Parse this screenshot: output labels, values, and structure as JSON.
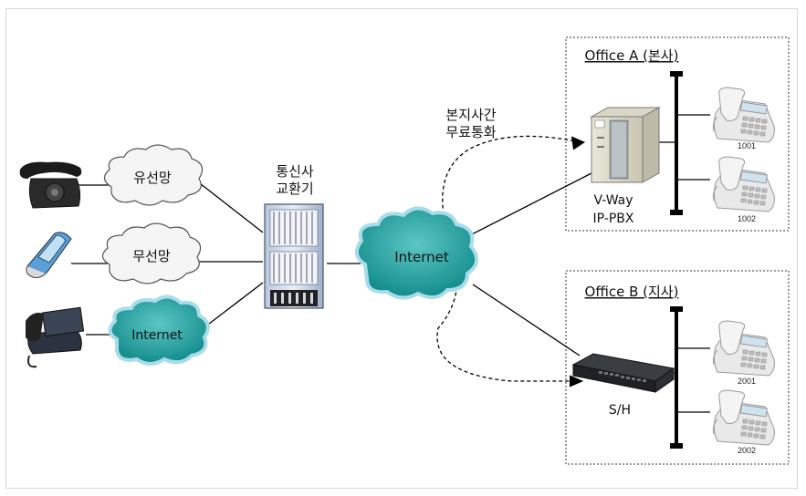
{
  "clouds": {
    "wired": "유선망",
    "wireless": "무선망",
    "internet_left": "Internet",
    "internet_center": "Internet"
  },
  "exchange": {
    "line1": "통신사",
    "line2": "교환기"
  },
  "free_call": {
    "line1": "본지사간",
    "line2": "무료통화"
  },
  "office_a": {
    "title": "Office A (본사)",
    "server_line1": "V-Way",
    "server_line2": "IP-PBX",
    "phones": [
      "1001",
      "1002"
    ]
  },
  "office_b": {
    "title": "Office B (지사)",
    "switch_label": "S/H",
    "phones": [
      "2001",
      "2002"
    ]
  },
  "colors": {
    "cloud_teal": "#1fa3a3",
    "cloud_glow": "#a8dcea",
    "cloud_white": "#f7f7f7",
    "bus_black": "#000000"
  }
}
